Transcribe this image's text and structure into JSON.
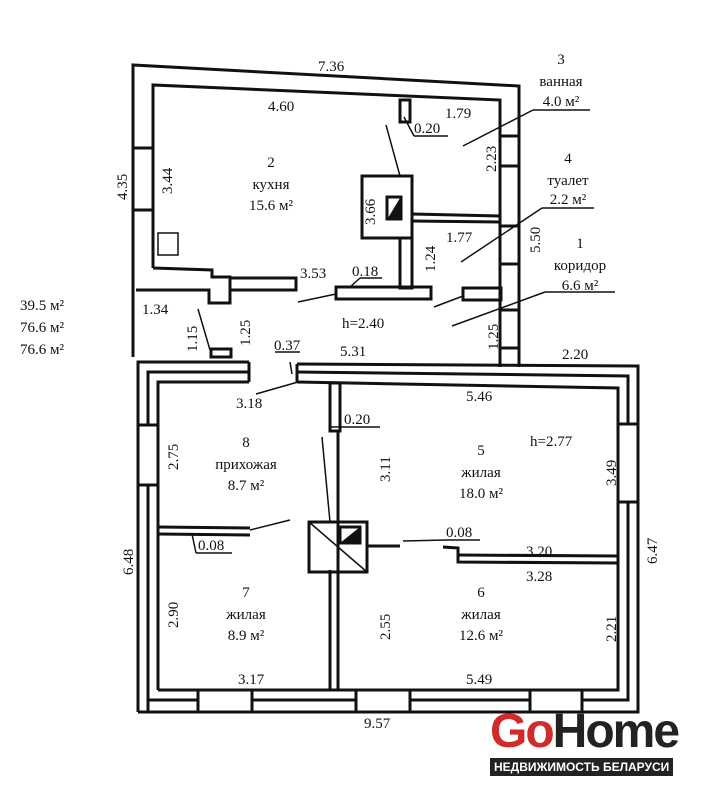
{
  "totals": [
    "39.5 м²",
    "76.6 м²",
    "76.6 м²"
  ],
  "rooms": [
    {
      "num": "1",
      "name": "коридор",
      "area": "6.6 м²"
    },
    {
      "num": "2",
      "name": "кухня",
      "area": "15.6 м²"
    },
    {
      "num": "3",
      "name": "ванная",
      "area": "4.0 м²"
    },
    {
      "num": "4",
      "name": "туалет",
      "area": "2.2 м²"
    },
    {
      "num": "5",
      "name": "жилая",
      "area": "18.0 м²"
    },
    {
      "num": "6",
      "name": "жилая",
      "area": "12.6 м²"
    },
    {
      "num": "7",
      "name": "жилая",
      "area": "8.9 м²"
    },
    {
      "num": "8",
      "name": "прихожая",
      "area": "8.7 м²"
    }
  ],
  "heights": [
    "h=2.40",
    "h=2.77"
  ],
  "dims": {
    "d736": "7.36",
    "d460": "4.60",
    "d179": "1.79",
    "d020a": "0.20",
    "d435": "4.35",
    "d344": "3.44",
    "d366": "3.66",
    "d223": "2.23",
    "d177": "1.77",
    "d124": "1.24",
    "d550": "5.50",
    "d353": "3.53",
    "d018": "0.18",
    "d134": "1.34",
    "d115": "1.15",
    "d125a": "1.25",
    "d125b": "1.25",
    "d037": "0.37",
    "d531": "5.31",
    "d220": "2.20",
    "d318": "3.18",
    "d546": "5.46",
    "d020b": "0.20",
    "d275": "2.75",
    "d311": "3.11",
    "d349": "3.49",
    "d648": "6.48",
    "d647": "6.47",
    "d008a": "0.08",
    "d008b": "0.08",
    "d320": "3.20",
    "d328": "3.28",
    "d290": "2.90",
    "d255": "2.55",
    "d221": "2.21",
    "d317": "3.17",
    "d549": "5.49",
    "d957": "9.57"
  },
  "logo": {
    "go": "Go",
    "home": "Home",
    "tagline": "НЕДВИЖИМОСТЬ БЕЛАРУСИ"
  }
}
